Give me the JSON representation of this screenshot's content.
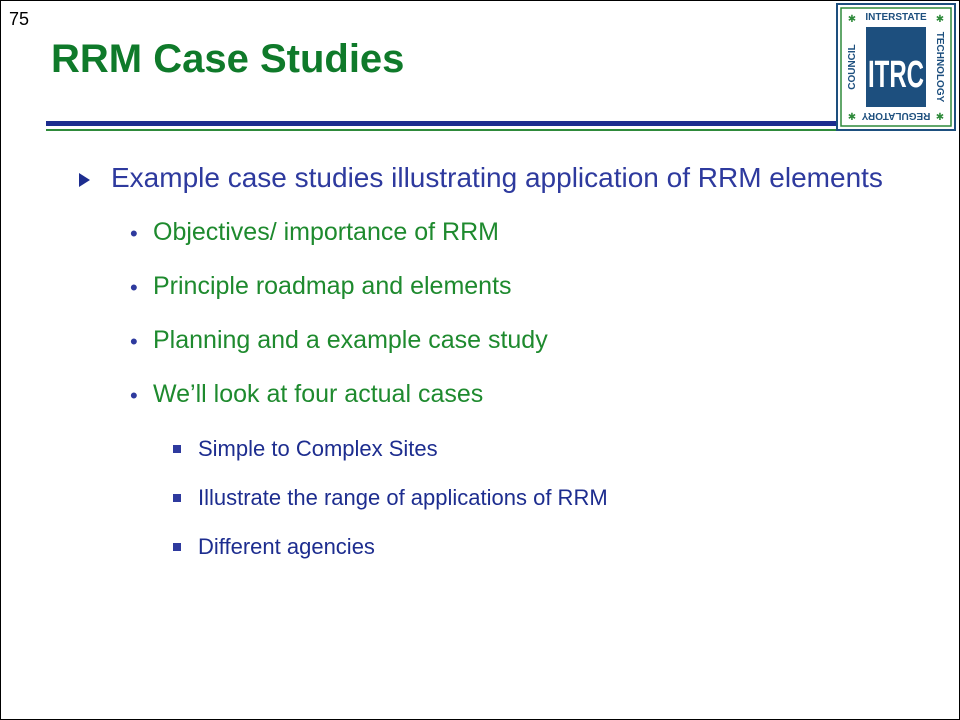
{
  "slide": {
    "number": "75",
    "title": "RRM Case Studies"
  },
  "logo": {
    "main": "ITRC",
    "top": "INTERSTATE",
    "left": "COUNCIL",
    "right": "TECHNOLOGY",
    "bottom": "REGULATORY",
    "star": "✱"
  },
  "bullets": {
    "main": "Example case studies illustrating application of RRM elements",
    "sub": [
      "Objectives/ importance of RRM",
      "Principle roadmap and elements",
      "Planning and a example case study",
      "We’ll look at four actual cases"
    ],
    "subsub": [
      "Simple to Complex Sites",
      "Illustrate the range of applications of RRM",
      "Different agencies"
    ]
  },
  "colors": {
    "title_green": "#0f7a2a",
    "body_blue": "#2e3a9e",
    "sub_green": "#1e8a2e",
    "rule_blue": "#1d2d8f",
    "logo_navy": "#1d4f7e",
    "logo_green": "#2e8a3a"
  },
  "icons": {
    "level1": "triangle-bullet-icon",
    "level2": "dot-bullet-icon",
    "level3": "square-bullet-icon"
  }
}
